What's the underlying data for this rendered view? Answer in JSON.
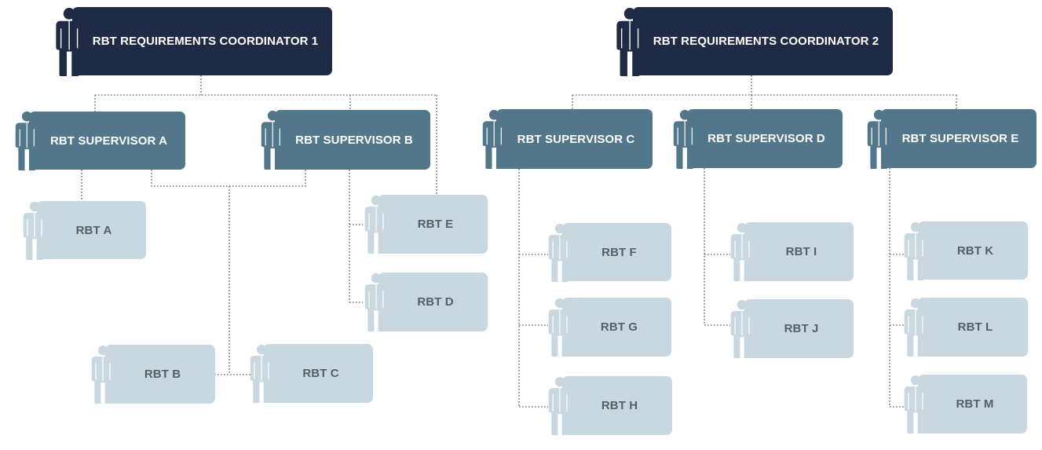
{
  "coordinators": [
    {
      "id": "c1",
      "label": "RBT REQUIREMENTS COORDINATOR 1"
    },
    {
      "id": "c2",
      "label": "RBT REQUIREMENTS COORDINATOR 2"
    }
  ],
  "supervisors": [
    {
      "id": "sa",
      "label": "RBT SUPERVISOR A"
    },
    {
      "id": "sb",
      "label": "RBT SUPERVISOR B"
    },
    {
      "id": "sc",
      "label": "RBT SUPERVISOR C"
    },
    {
      "id": "sd",
      "label": "RBT SUPERVISOR D"
    },
    {
      "id": "se",
      "label": "RBT SUPERVISOR E"
    }
  ],
  "rbts": [
    {
      "id": "ra",
      "label": "RBT A"
    },
    {
      "id": "rb",
      "label": "RBT B"
    },
    {
      "id": "rc",
      "label": "RBT C"
    },
    {
      "id": "rd",
      "label": "RBT D"
    },
    {
      "id": "re",
      "label": "RBT E"
    },
    {
      "id": "rf",
      "label": "RBT F"
    },
    {
      "id": "rg",
      "label": "RBT G"
    },
    {
      "id": "rh",
      "label": "RBT H"
    },
    {
      "id": "ri",
      "label": "RBT I"
    },
    {
      "id": "rj",
      "label": "RBT J"
    },
    {
      "id": "rk",
      "label": "RBT K"
    },
    {
      "id": "rl",
      "label": "RBT L"
    },
    {
      "id": "rm",
      "label": "RBT M"
    }
  ],
  "colors": {
    "coordinator": "#1f2a45",
    "supervisor": "#53778a",
    "rbt": "#c9d8e0",
    "rbt_text": "#555f66",
    "connector": "#7a7a7a"
  },
  "icon": "person-icon"
}
